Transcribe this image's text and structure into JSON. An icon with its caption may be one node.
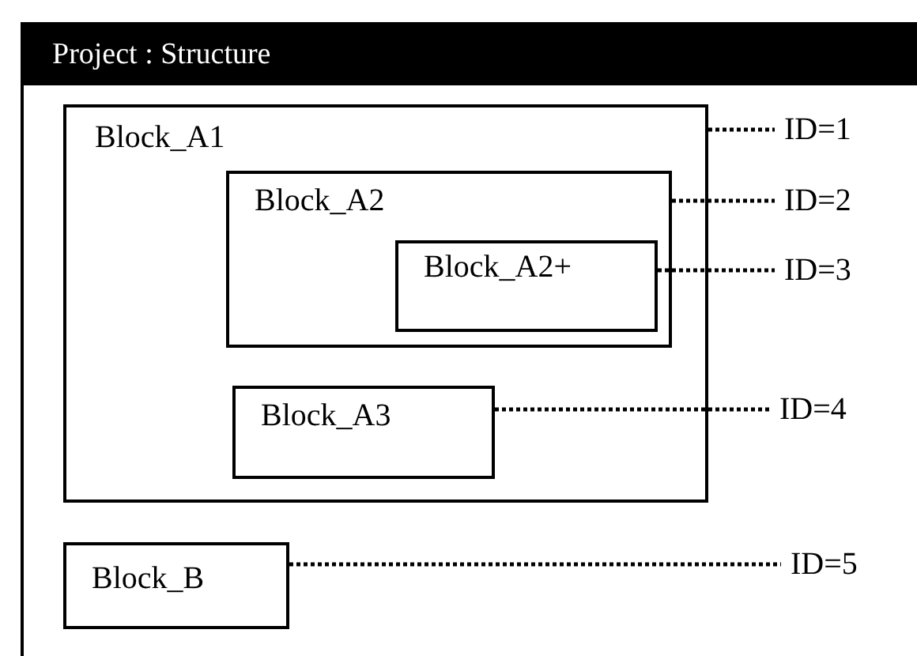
{
  "diagram": {
    "nodes": [
      {
        "text": [
          "Project : Structure"
        ]
      },
      {
        "text": [
          "Block_A1"
        ],
        "in": 0
      },
      {
        "text": [
          "Block_A2"
        ],
        "in": 1
      },
      {
        "text": [
          "Block_A2+"
        ],
        "in": 2
      },
      {
        "text": [
          "Block_A3"
        ],
        "in": 1
      },
      {
        "text": [
          "Block_B"
        ],
        "in": 0
      },
      {
        "text": [
          "ID=1"
        ],
        "in": 0
      },
      {
        "text": [
          "ID=2"
        ],
        "in": 0
      },
      {
        "text": [
          "ID=3"
        ],
        "in": 0
      },
      {
        "text": [
          "ID=4"
        ],
        "in": 0
      },
      {
        "text": [
          "ID=5"
        ],
        "in": 0
      }
    ],
    "edges": [
      {
        "from": 1,
        "to": 6,
        "arrow": "none",
        "style": "dashed"
      },
      {
        "from": 2,
        "to": 7,
        "arrow": "none",
        "style": "dashed"
      },
      {
        "from": 3,
        "to": 8,
        "arrow": "none",
        "style": "dashed"
      },
      {
        "from": 4,
        "to": 9,
        "arrow": "none",
        "style": "dashed"
      },
      {
        "from": 5,
        "to": 10,
        "arrow": "none",
        "style": "dashed"
      }
    ]
  }
}
